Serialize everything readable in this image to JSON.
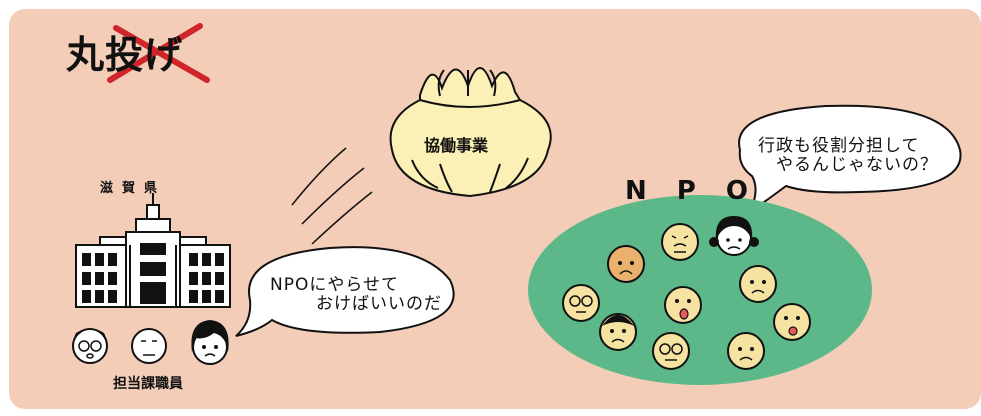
{
  "title": "丸投げ",
  "government": {
    "name": "滋賀県",
    "staff_label": "担当課職員",
    "speech": [
      "NPOにやらせて",
      "おけばいいのだ"
    ]
  },
  "project": {
    "label": "協働事業"
  },
  "npo": {
    "label": "NPO",
    "speech": [
      "行政も役割分担して",
      "やるんじゃないの？"
    ]
  },
  "colors": {
    "background": "#f4cdb8",
    "bag": "#fbf0b6",
    "npo_circle": "#5cb889",
    "face": "#f6e3a1",
    "cross": "#d0252a"
  }
}
